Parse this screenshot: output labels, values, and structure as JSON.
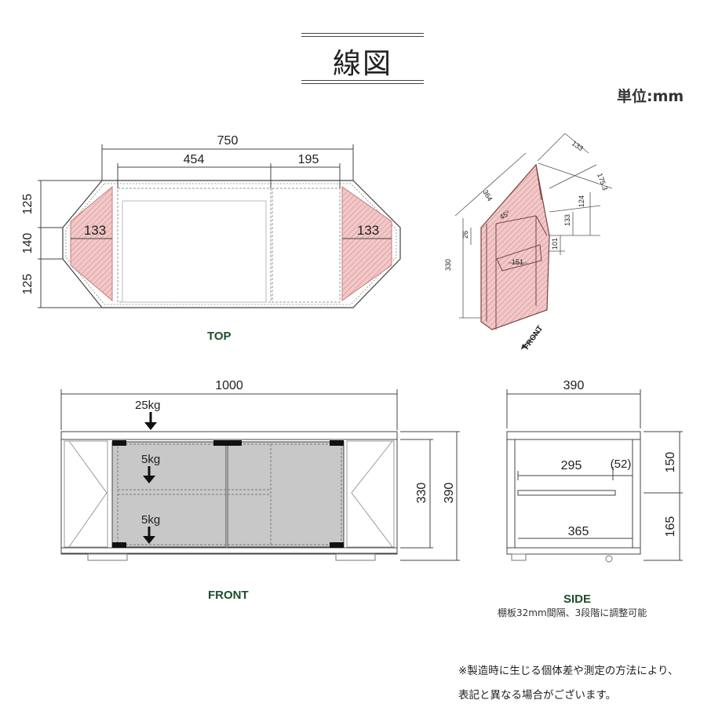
{
  "header": {
    "title": "線図",
    "unit": "単位:mm"
  },
  "top_view": {
    "label": "TOP",
    "width_total": "750",
    "inner_width": "454",
    "side_width": "195",
    "left_depth": "125",
    "mid_depth": "140",
    "right_depth": "125",
    "corner_left": "133",
    "corner_right": "133"
  },
  "iso_view": {
    "label": "FRONT",
    "dims": [
      "133",
      "175.3",
      "364",
      "124",
      "133",
      "101",
      "26",
      "45°",
      "151",
      "330"
    ]
  },
  "front_view": {
    "label": "FRONT",
    "width": "1000",
    "load_top": "25kg",
    "load_shelf1": "5kg",
    "load_shelf2": "5kg",
    "inner_height": "330",
    "total_height": "390"
  },
  "side_view": {
    "label": "SIDE",
    "note": "棚板32mm間隔、3段階に調整可能",
    "depth": "390",
    "shelf_depth": "295",
    "shelf_offset": "(52)",
    "inner_depth": "365",
    "upper_height": "150",
    "lower_height": "165"
  },
  "notes": {
    "line1": "※製造時に生じる個体差や測定の方法により、",
    "line2": "表記と異なる場合がございます。"
  },
  "colors": {
    "hatch_fill": "#f2c8c8",
    "hatch_stroke": "#c97a7a",
    "panel_gray": "#c8c8c8",
    "label_green": "#1d4f2c"
  }
}
